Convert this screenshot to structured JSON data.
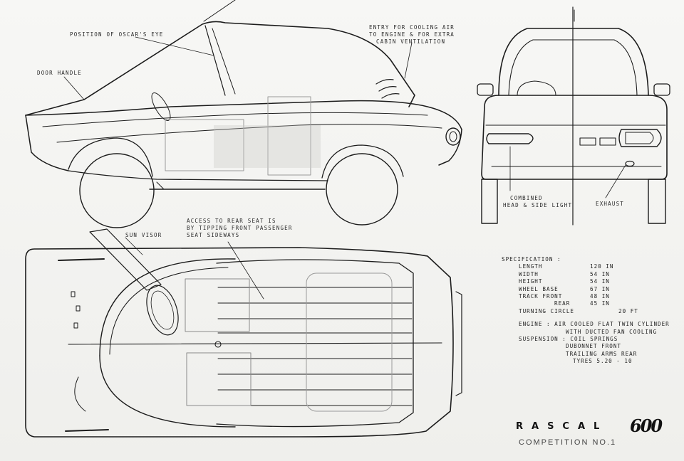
{
  "annotations": {
    "oscar_eye": "POSITION OF OSCAR'S EYE",
    "door_handle": "DOOR HANDLE",
    "cooling_air_1": "ENTRY FOR COOLING AIR",
    "cooling_air_2": "TO ENGINE & FOR EXTRA",
    "cooling_air_3": "CABIN VENTILATION",
    "head_light_1": "COMBINED",
    "head_light_2": "HEAD & SIDE LIGHT",
    "exhaust": "EXHAUST",
    "rear_seat_1": "ACCESS TO REAR SEAT IS",
    "rear_seat_2": "BY TIPPING FRONT PASSENGER",
    "rear_seat_3": "SEAT SIDEWAYS",
    "sun_visor": "SUN VISOR"
  },
  "specification": {
    "title": "SPECIFICATION :",
    "rows": [
      {
        "label": "LENGTH",
        "value": "120 in"
      },
      {
        "label": "WIDTH",
        "value": "54 in"
      },
      {
        "label": "HEIGHT",
        "value": "54 in"
      },
      {
        "label": "WHEEL BASE",
        "value": "67 in"
      },
      {
        "label": "TRACK FRONT",
        "value": "48 in"
      },
      {
        "label": "REAR",
        "value": "45 in"
      },
      {
        "label": "TURNING CIRCLE",
        "value": "20 FT"
      }
    ],
    "engine_1": "ENGINE : AIR COOLED FLAT TWIN CYLINDER",
    "engine_2": "WITH DUCTED FAN COOLING",
    "suspension_1": "SUSPENSION : COIL SPRINGS",
    "suspension_2": "DUBONNET FRONT",
    "suspension_3": "TRAILING ARMS REAR",
    "tyres": "TYRES 5.20 - 10"
  },
  "title_block": {
    "name": "RASCAL",
    "number": "600",
    "subtitle": "COMPETITION NO.1"
  }
}
